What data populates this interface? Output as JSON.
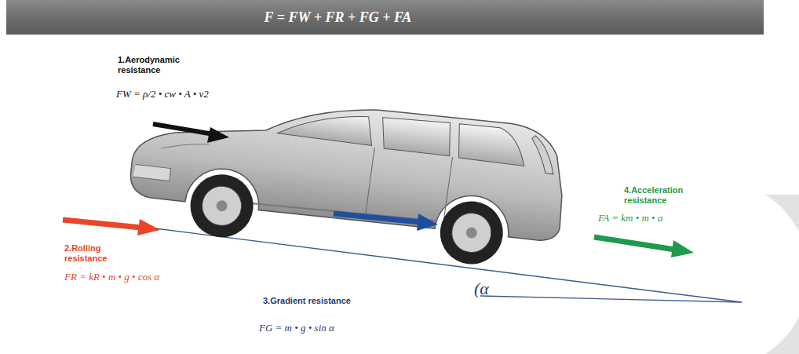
{
  "diagram": {
    "title": "F = FW + FR + FG + FA",
    "labels": [
      "1.Aerodynamic resistance",
      "FW = ρ/2 • cw • A • v2",
      "2.Rolling resistance",
      "FR = kR • m • g • cos α",
      "3.Gradient resistance",
      "FG = m • g • sin α",
      "4.Acceleration resistance",
      "FA = km • m • a",
      "(α"
    ]
  }
}
